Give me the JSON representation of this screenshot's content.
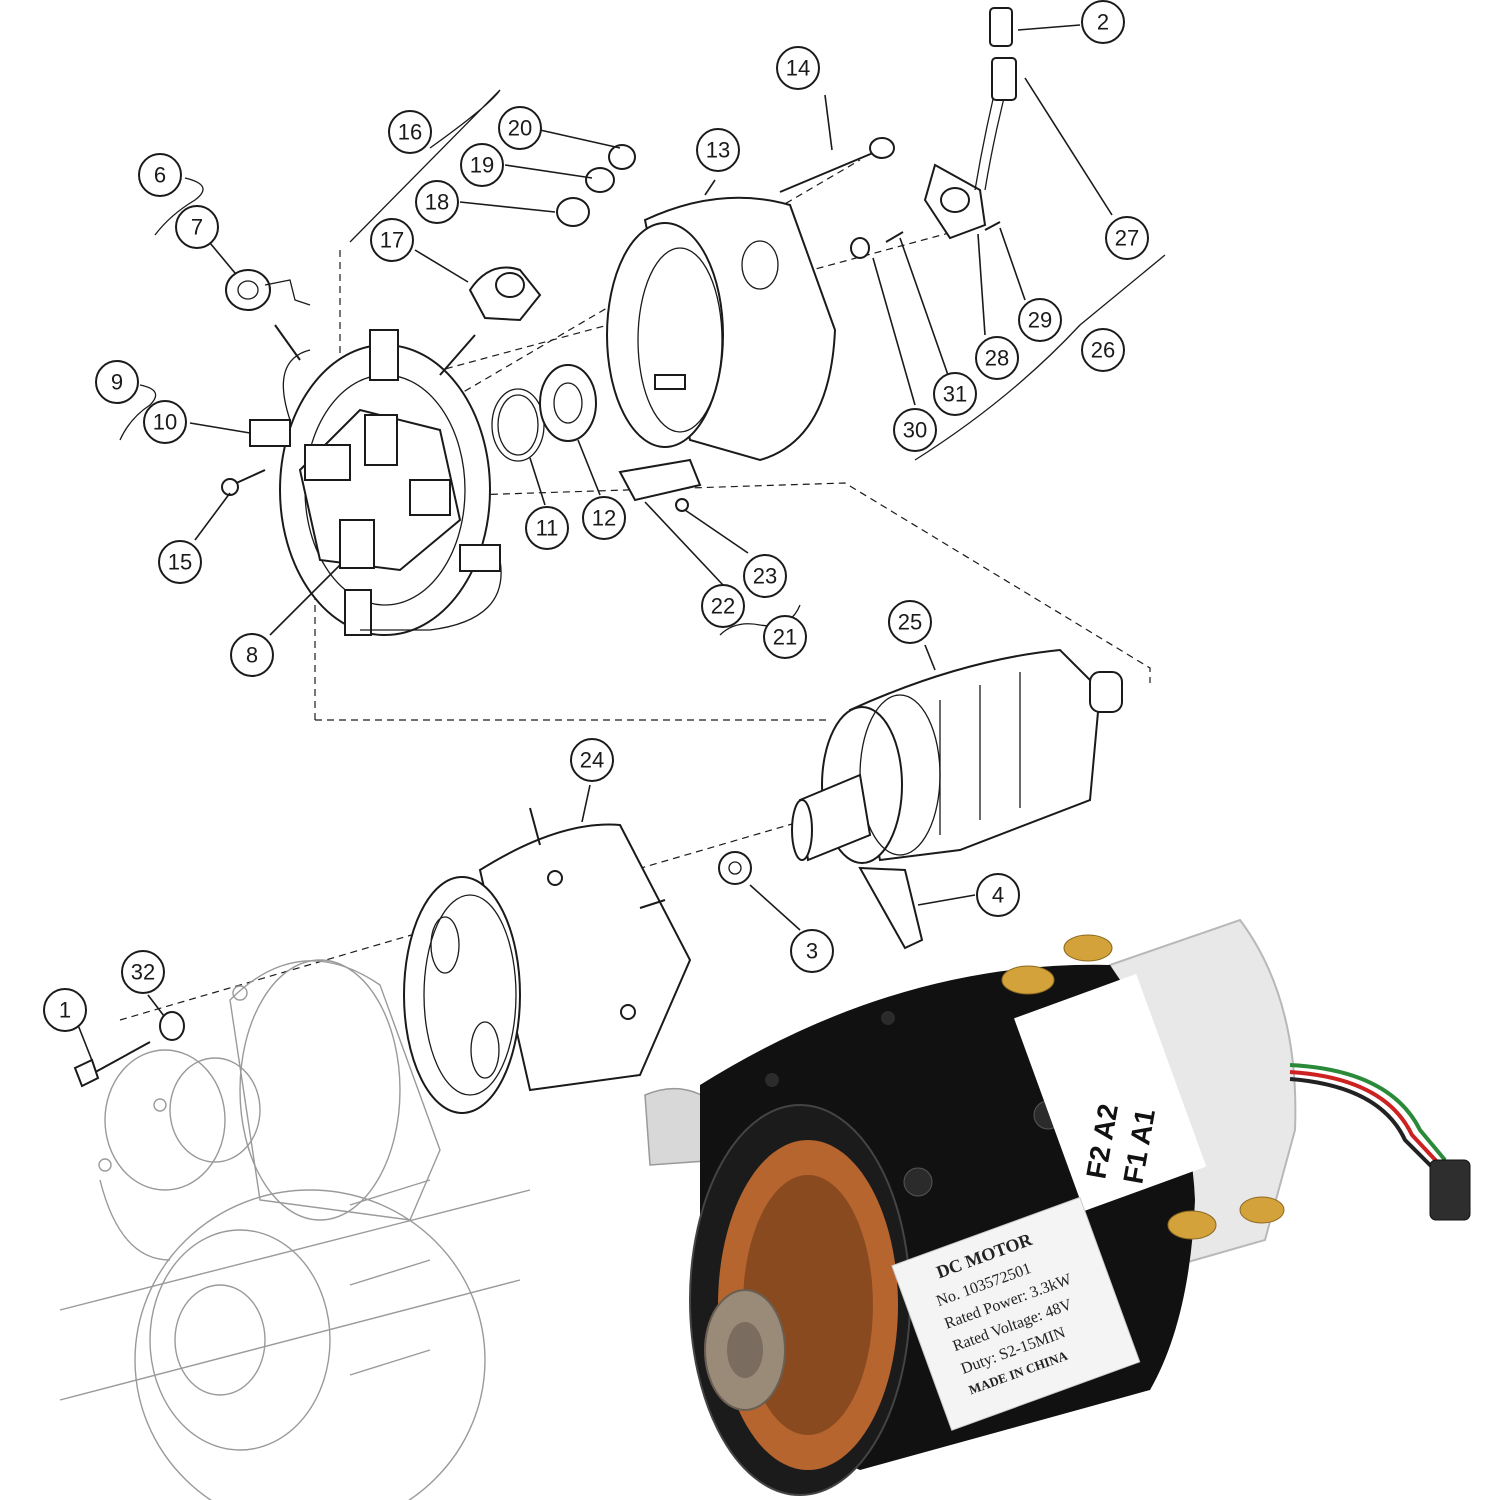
{
  "callouts": [
    {
      "n": "1"
    },
    {
      "n": "2"
    },
    {
      "n": "3"
    },
    {
      "n": "4"
    },
    {
      "n": "6"
    },
    {
      "n": "7"
    },
    {
      "n": "8"
    },
    {
      "n": "9"
    },
    {
      "n": "10"
    },
    {
      "n": "11"
    },
    {
      "n": "12"
    },
    {
      "n": "13"
    },
    {
      "n": "14"
    },
    {
      "n": "15"
    },
    {
      "n": "16"
    },
    {
      "n": "17"
    },
    {
      "n": "18"
    },
    {
      "n": "19"
    },
    {
      "n": "20"
    },
    {
      "n": "21"
    },
    {
      "n": "22"
    },
    {
      "n": "23"
    },
    {
      "n": "24"
    },
    {
      "n": "25"
    },
    {
      "n": "26"
    },
    {
      "n": "27"
    },
    {
      "n": "28"
    },
    {
      "n": "29"
    },
    {
      "n": "30"
    },
    {
      "n": "31"
    },
    {
      "n": "32"
    }
  ],
  "motor_label": {
    "title": "DC MOTOR",
    "lines": [
      "No. 103572501",
      "Rated Power: 3.3kW",
      "Rated Voltage: 48V",
      "Duty: S2-15MIN",
      "MADE IN CHINA"
    ]
  },
  "terminal_markings": {
    "top": "F2  A2",
    "bottom": "F1  A1"
  },
  "colors": {
    "ink": "#1a1a1a",
    "motor_body": "#111111",
    "end_cap": "#e8e8e8",
    "copper": "#b5652d",
    "brass": "#d4a23a",
    "label_bg": "#f4f4f4"
  }
}
